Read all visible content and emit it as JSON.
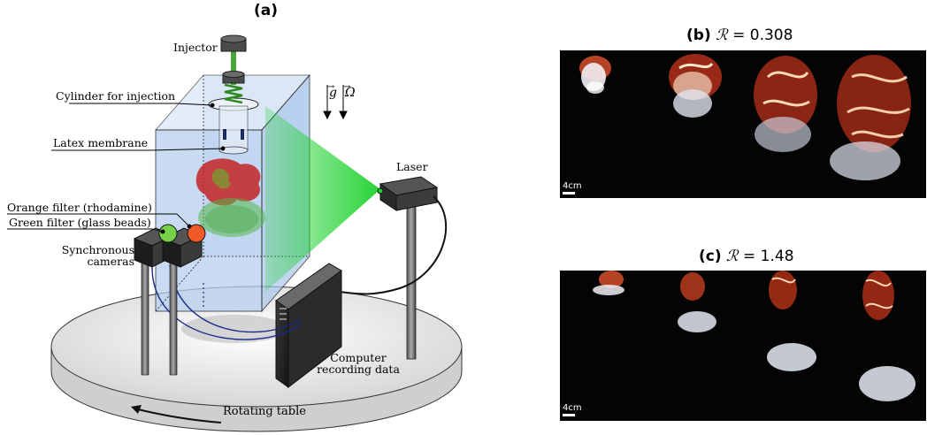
{
  "panel_a": {
    "title": "(a)",
    "labels": {
      "injector": "Injector",
      "cylinder": "Cylinder for injection",
      "membrane": "Latex membrane",
      "orange_filter": "Orange filter (rhodamine)",
      "green_filter": "Green filter (glass beads)",
      "cameras_line1": "Synchronous",
      "cameras_line2": "cameras",
      "laser": "Laser",
      "computer_line1": "Computer",
      "computer_line2": "recording data",
      "rotating_table": "Rotating table",
      "gravity": "g",
      "omega": "Ω"
    }
  },
  "panel_b": {
    "tag": "(b)",
    "symbol": "ℛ",
    "equals": "= 0.308",
    "scale": "4cm"
  },
  "panel_c": {
    "tag": "(c)",
    "symbol": "ℛ",
    "equals": "= 1.48",
    "scale": "4cm"
  },
  "colors": {
    "tank": "#b9d3f0",
    "laser_sheet": "#22cc33",
    "photo_bg": "#040404",
    "dye": "#b8361c",
    "beads": "#e8eef8"
  }
}
